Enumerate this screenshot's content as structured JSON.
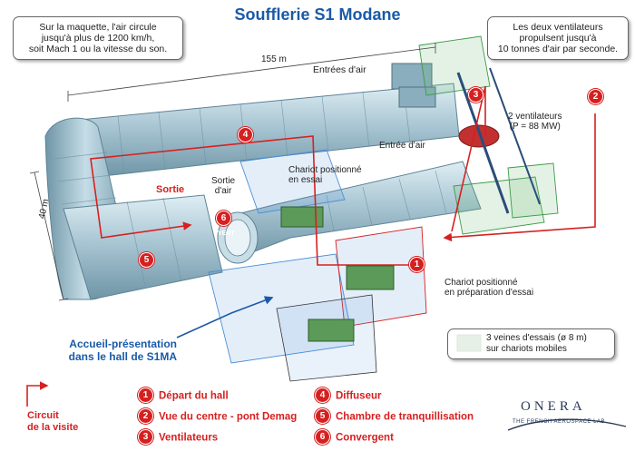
{
  "title": "Soufflerie S1 Modane",
  "info_left": [
    "Sur la maquette, l'air circule",
    "jusqu'à plus de 1200 km/h,",
    "soit Mach 1 ou la vitesse du son."
  ],
  "info_right": [
    "Les deux ventilateurs",
    "propulsent jusqu'à",
    "10 tonnes d'air par seconde."
  ],
  "dim_length": "155 m",
  "dim_width": "40 m",
  "labels": {
    "entrees_air": "Entrées d'air",
    "entree_air": "Entrée d'air",
    "ventilateurs": [
      "2 ventilateurs",
      "(P = 88 MW)"
    ],
    "chariot_essai": [
      "Chariot positionné",
      "en essai"
    ],
    "sortie_air": [
      "Sortie",
      "d'air"
    ],
    "sortie": "Sortie",
    "vent": "VENT",
    "chariot_prep": [
      "Chariot positionné",
      "en préparation d'essai"
    ],
    "accueil": [
      "Accueil-présentation",
      "dans le hall de S1MA"
    ],
    "veines": [
      "3 veines d'essais (ø 8 m)",
      "sur chariots mobiles"
    ]
  },
  "circuit_label": [
    "Circuit",
    "de la visite"
  ],
  "legend": [
    {
      "n": "1",
      "text": "Départ du hall"
    },
    {
      "n": "2",
      "text": "Vue du centre - pont Demag"
    },
    {
      "n": "3",
      "text": "Ventilateurs"
    },
    {
      "n": "4",
      "text": "Diffuseur"
    },
    {
      "n": "5",
      "text": "Chambre de tranquillisation"
    },
    {
      "n": "6",
      "text": "Convergent"
    }
  ],
  "logo": {
    "name": "ONERA",
    "tagline": "THE FRENCH AEROSPACE LAB"
  },
  "colors": {
    "title": "#1a5aa8",
    "tube": "#a9c6d3",
    "circuit": "#d62020",
    "cage": "#64b96a",
    "box": "#4a8fd6"
  }
}
